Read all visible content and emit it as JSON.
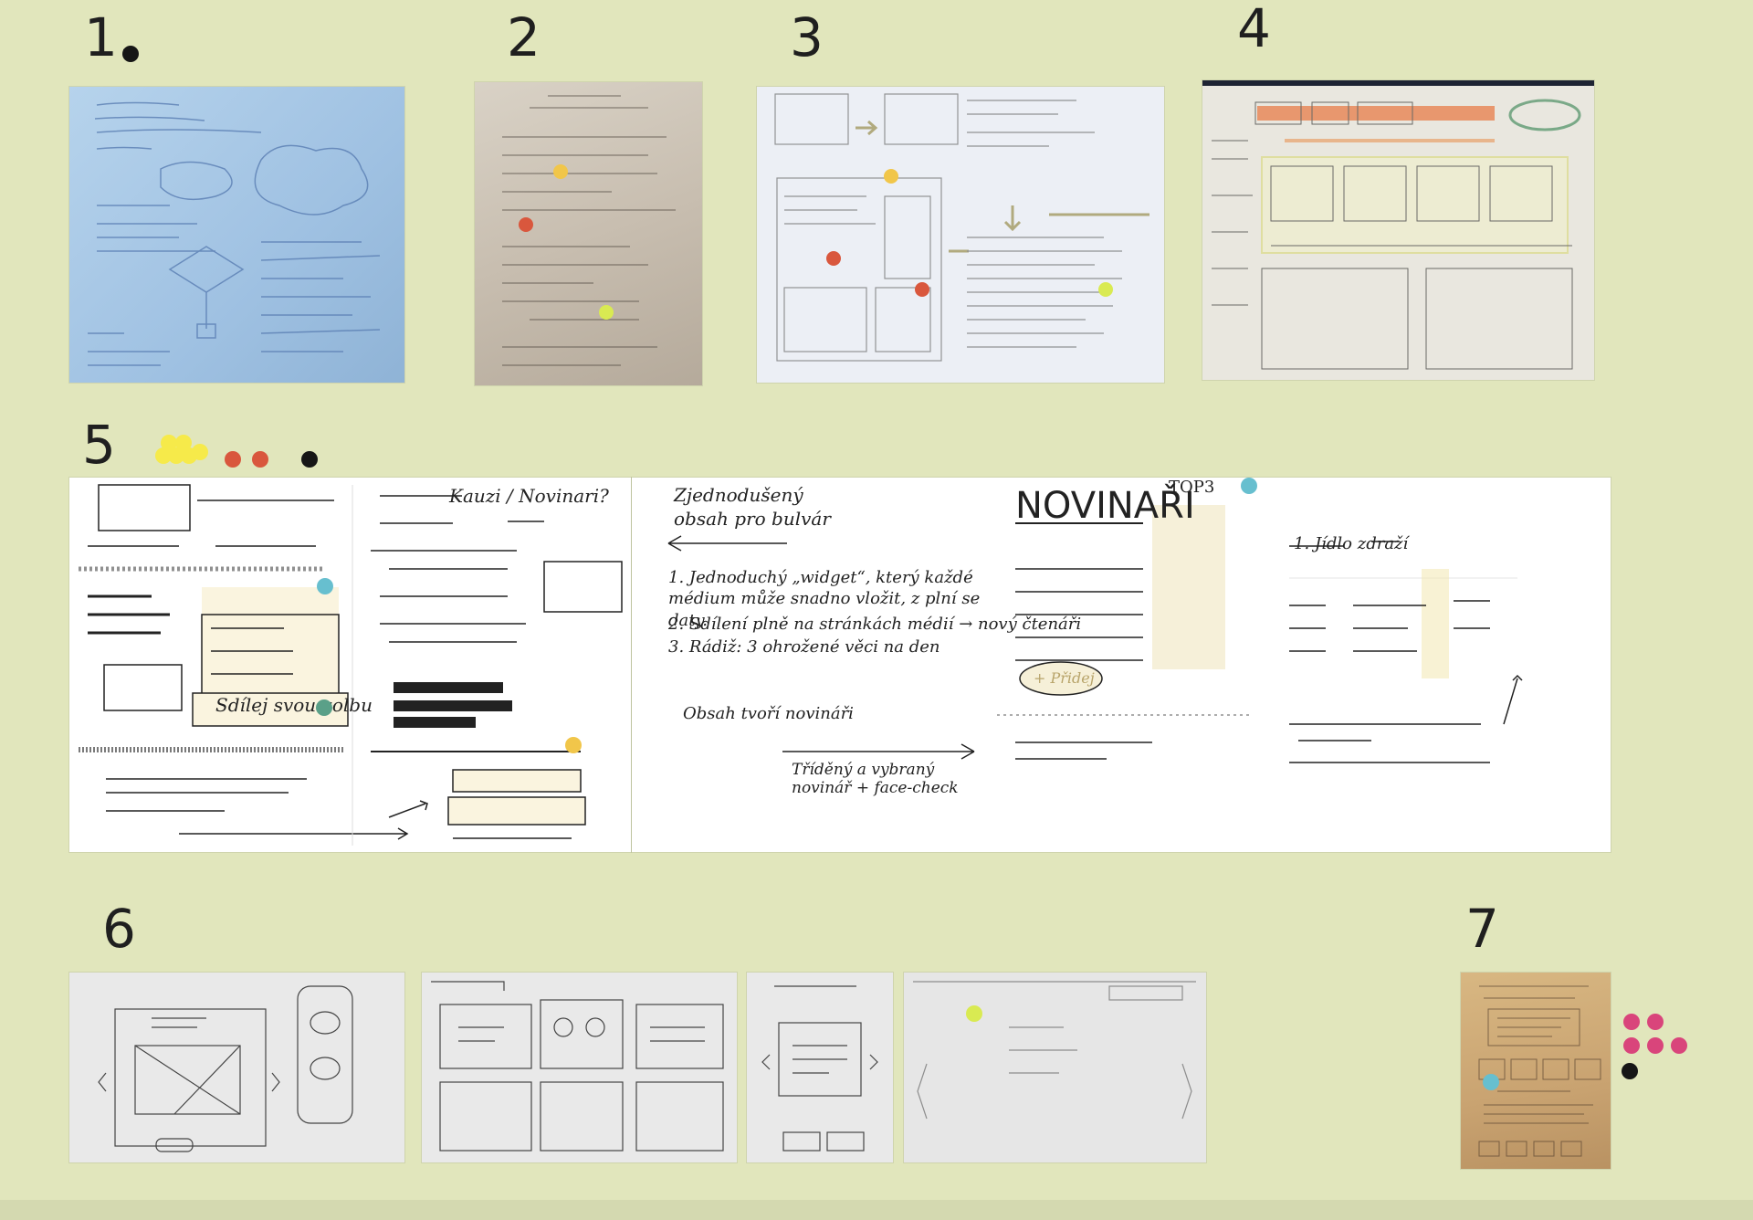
{
  "sections": [
    {
      "id": "1",
      "label": "1."
    },
    {
      "id": "2",
      "label": "2"
    },
    {
      "id": "3",
      "label": "3"
    },
    {
      "id": "4",
      "label": "4"
    },
    {
      "id": "5",
      "label": "5"
    },
    {
      "id": "6",
      "label": "6"
    },
    {
      "id": "7",
      "label": "7"
    }
  ],
  "sketch5": {
    "novinari_title": "NOVINAŘI",
    "top3": "TOP3",
    "zjednoduseny": "Zjednodušený obsah pro bulvár",
    "obsah_trazi": "Obsah tvoří novináři",
    "trideny": "Tříděný a vybraný novinář + face-check",
    "item1": "1. Jednoduchý „widget“, který každé médium může snadno vložit, z plní se daty.",
    "item2": "2. Sdílení plně na stránkách médií → nový čtenáři",
    "item3": "3. Rádiž: 3 ohrožené věci na den",
    "pridej": "+ Přidej",
    "kauz": "Kauzi / Novinari?",
    "sdilej": "Sdílej svou volbu",
    "jidlo": "1. Jídlo zdraží"
  },
  "colors": {
    "background": "#e1e6bc",
    "yellow": "#f1c64a",
    "red": "#d9573d",
    "lime": "#d9ea52",
    "black": "#161616",
    "teal": "#67bfcf",
    "pink": "#d9457b"
  }
}
